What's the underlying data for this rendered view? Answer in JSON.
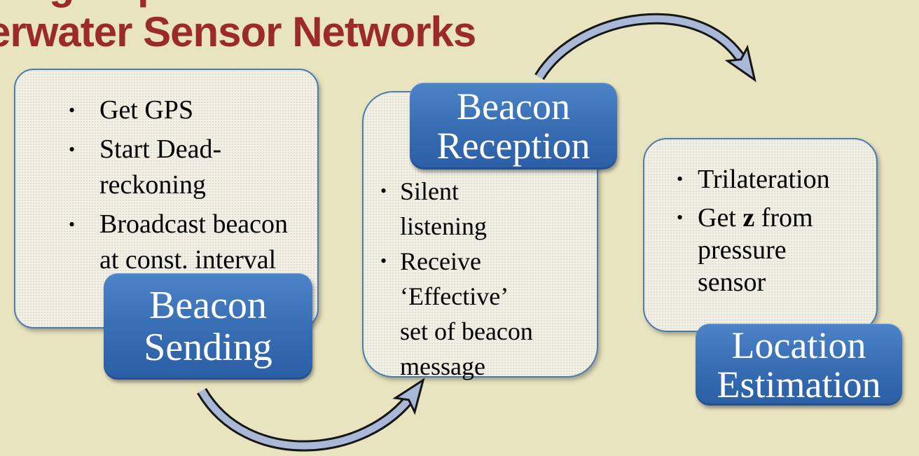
{
  "slide": {
    "title": "erwater Sensor Networks",
    "title_clipped_line_fragments": [
      "g",
      "p"
    ],
    "bullet_char": "•",
    "steps": [
      {
        "label_lines": [
          "Beacon",
          "Sending"
        ],
        "bullets": [
          "Get GPS",
          "Start Dead-\nreckoning",
          "Broadcast beacon\nat const. interval"
        ]
      },
      {
        "label_lines": [
          "Beacon",
          "Reception"
        ],
        "bullets": [
          "Silent\nlistening",
          "Receive\n‘Effective’\nset of beacon\nmessage"
        ]
      },
      {
        "label_lines": [
          "Location",
          "Estimation"
        ],
        "bullets": [
          "Trilateration",
          {
            "prefix": "Get ",
            "bold": "z",
            "suffix": " from\npressure\nsensor"
          }
        ]
      }
    ],
    "colors": {
      "background": "#e8e4bf",
      "title_text": "#9b2b28",
      "card_fill": "#f0efe8",
      "card_border": "#4d79ae",
      "label_gradient_top": "#4d84c8",
      "label_gradient_bottom": "#2b5ea4",
      "label_text": "#ffffff",
      "body_text": "#000000",
      "arrow_fill": "#a9b8d6",
      "arrow_outline": "#161616"
    }
  }
}
